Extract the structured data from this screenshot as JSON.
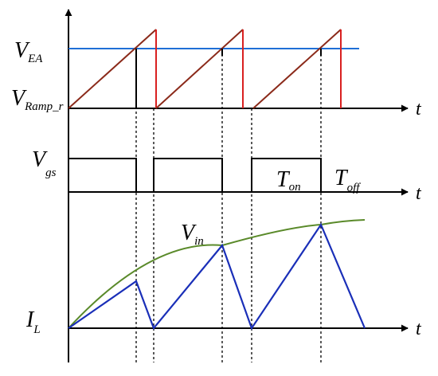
{
  "labels": {
    "v_ea": "V",
    "v_ea_sub": "EA",
    "v_ramp": "V",
    "v_ramp_sub": "Ramp_r",
    "v_gs": "V",
    "v_gs_sub": "gs",
    "t_on": "T",
    "t_on_sub": "on",
    "t_off": "T",
    "t_off_sub": "off",
    "v_in": "V",
    "v_in_sub": "in",
    "i_l": "I",
    "i_l_sub": "L",
    "t_axis_1": "t",
    "t_axis_2": "t",
    "t_axis_3": "t"
  },
  "colors": {
    "axis": "#000000",
    "threshold": "#1f6fd6",
    "ramp_up": "#8b2a1a",
    "ramp_reset": "#d92020",
    "gate": "#000000",
    "current": "#1a2fb8",
    "input_curve": "#5a8a2a",
    "guide": "#000000"
  }
}
